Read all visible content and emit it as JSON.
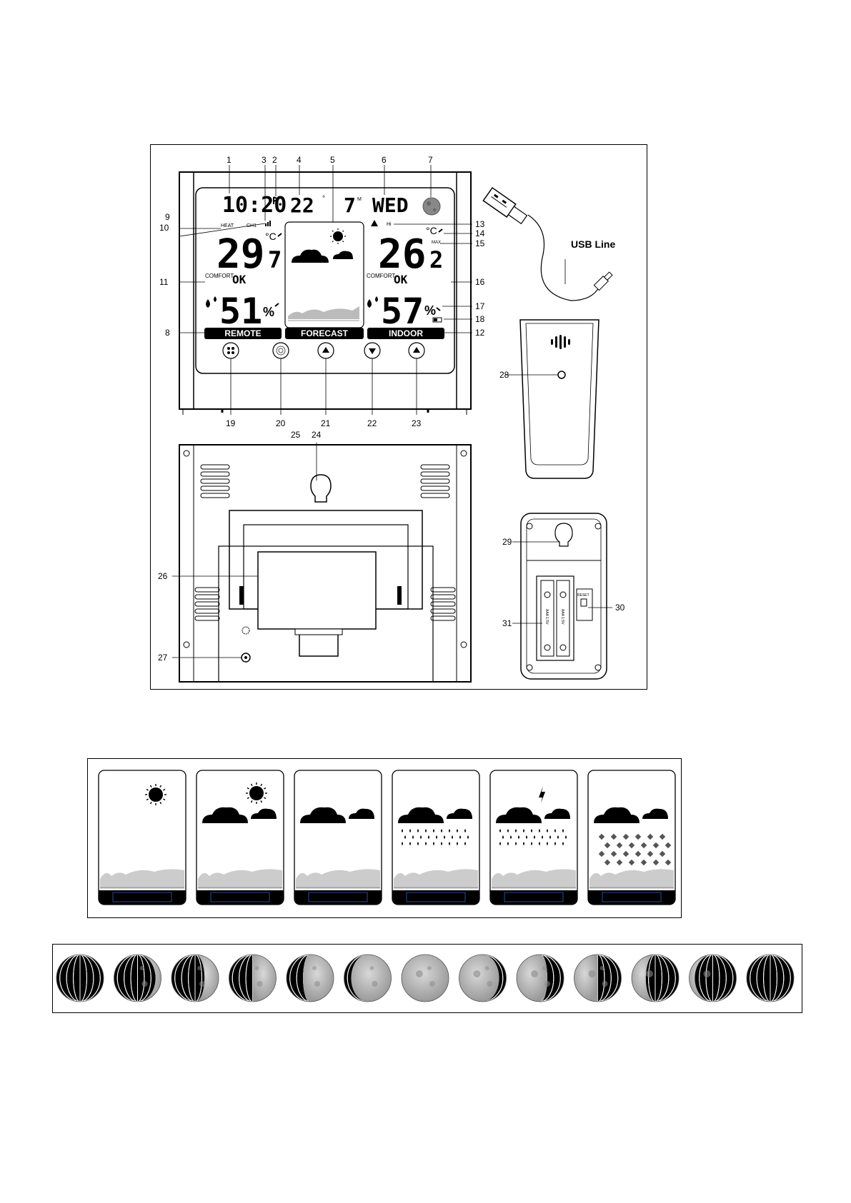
{
  "display": {
    "time": "10:20",
    "outdoor_temp_small": "22",
    "outdoor_temp_small_unit": "°",
    "small_value": "7",
    "small_value_sup": "M",
    "day": "WED",
    "heat_label": "HEAT",
    "channel_label": "CH1",
    "hi_label": "Hi",
    "max_label": "MAX",
    "remote_temp_main": "29",
    "remote_temp_dec": "7",
    "indoor_temp_main": "26",
    "indoor_temp_dec": "2",
    "temp_unit": "°C",
    "comfort_label": "COMFORT",
    "comfort_remote": "OK",
    "comfort_indoor": "OK",
    "remote_humidity": "51",
    "indoor_humidity": "57",
    "humidity_unit": "%",
    "remote_bar": "REMOTE",
    "forecast_bar": "FORECAST",
    "indoor_bar": "INDOOR"
  },
  "callouts": [
    "1",
    "2",
    "3",
    "4",
    "5",
    "6",
    "7",
    "8",
    "9",
    "10",
    "11",
    "12",
    "13",
    "14",
    "15",
    "16",
    "17",
    "18",
    "19",
    "20",
    "21",
    "22",
    "23",
    "24",
    "25",
    "26",
    "27",
    "28",
    "29",
    "30",
    "31"
  ],
  "usb_label": "USB Line",
  "battery_label": "AAA 1.5V",
  "reset_label": "RESET",
  "forecast_icons": [
    {
      "condition": "sunny"
    },
    {
      "condition": "partly-cloudy"
    },
    {
      "condition": "cloudy"
    },
    {
      "condition": "rainy"
    },
    {
      "condition": "stormy"
    },
    {
      "condition": "snowy"
    }
  ],
  "moon_phases": [
    {
      "illumination": 0.0,
      "waxing": true
    },
    {
      "illumination": 0.12,
      "waxing": true
    },
    {
      "illumination": 0.3,
      "waxing": true
    },
    {
      "illumination": 0.5,
      "waxing": true
    },
    {
      "illumination": 0.65,
      "waxing": true
    },
    {
      "illumination": 0.85,
      "waxing": true
    },
    {
      "illumination": 1.0,
      "waxing": true
    },
    {
      "illumination": 0.85,
      "waxing": false
    },
    {
      "illumination": 0.65,
      "waxing": false
    },
    {
      "illumination": 0.5,
      "waxing": false
    },
    {
      "illumination": 0.3,
      "waxing": false
    },
    {
      "illumination": 0.12,
      "waxing": false
    },
    {
      "illumination": 0.0,
      "waxing": false
    }
  ]
}
